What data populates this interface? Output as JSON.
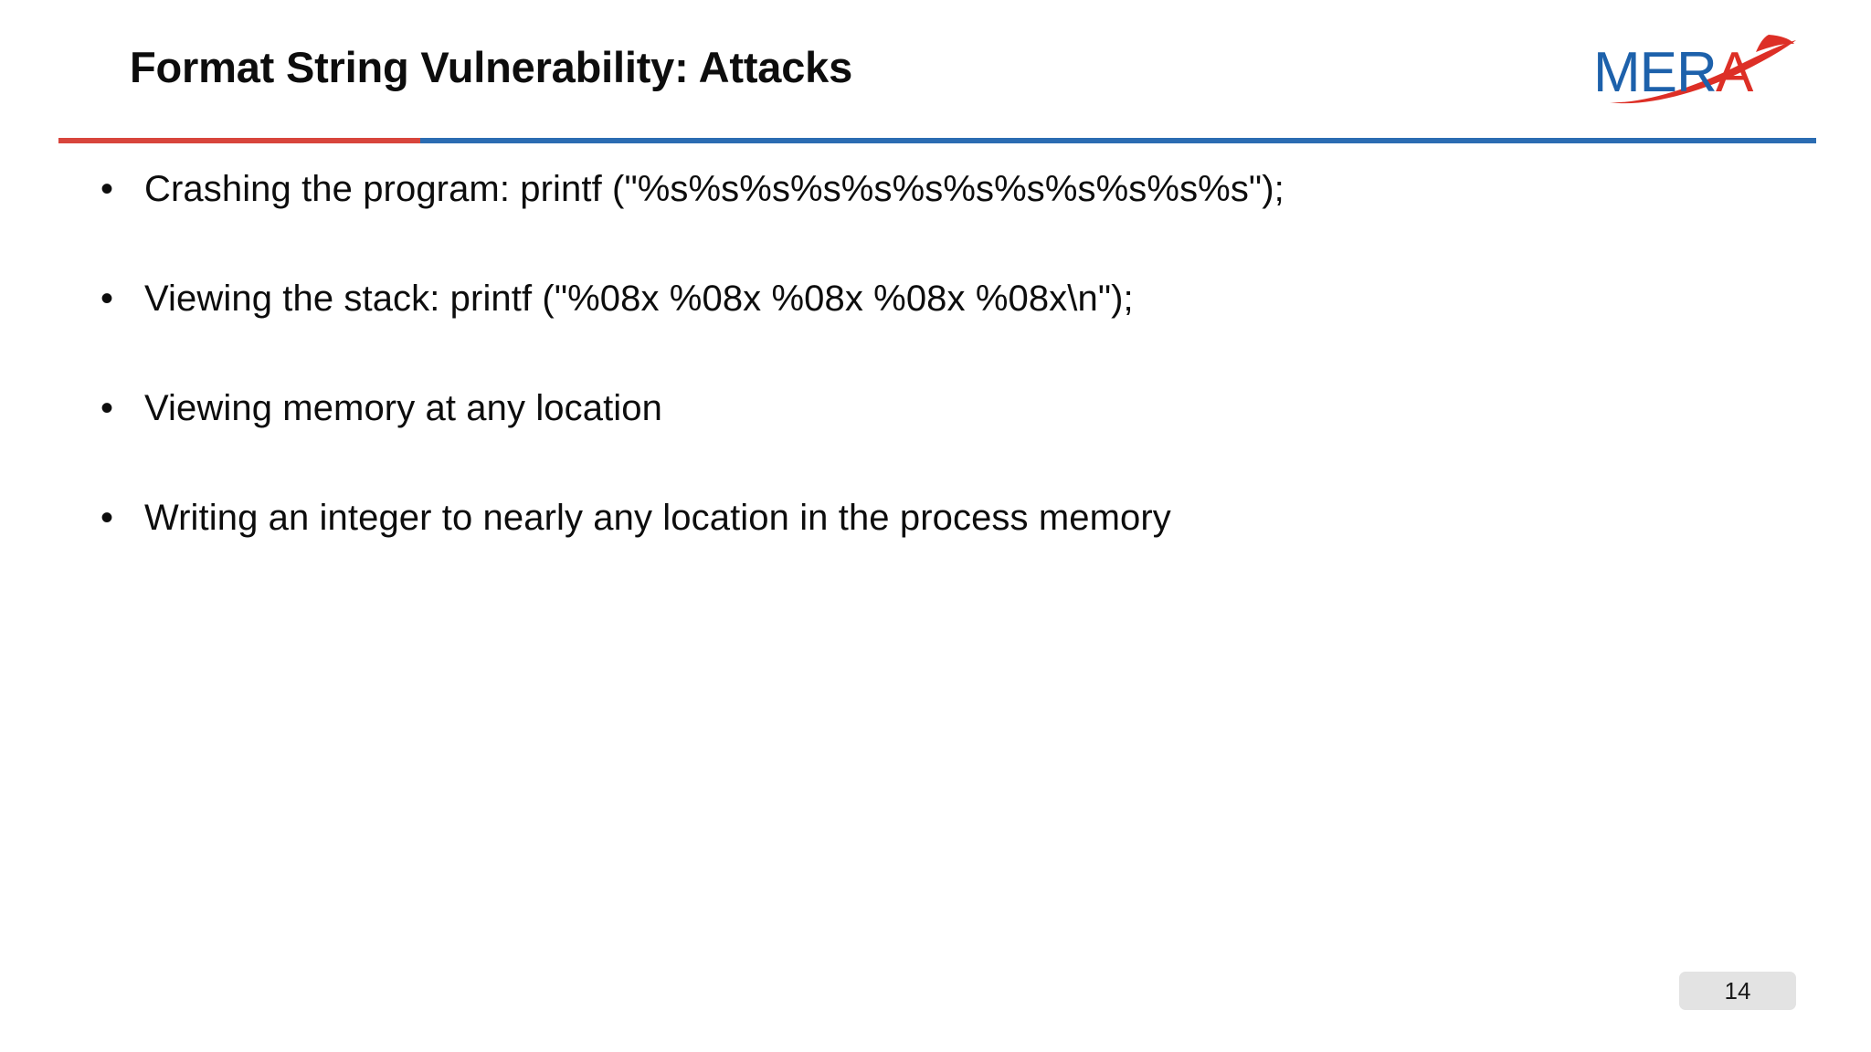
{
  "slide": {
    "title": "Format String Vulnerability: Attacks",
    "background_color": "#ffffff",
    "page_number": "14"
  },
  "logo": {
    "name": "mera-logo",
    "text_blue": "MER",
    "text_red": "A",
    "blue_color": "#1d61ab",
    "red_color": "#dd2f26",
    "swoosh_name": "red-swoosh"
  },
  "divider": {
    "red_color": "#d8453c",
    "blue_color": "#2b6cb2"
  },
  "body": {
    "bullet_marker": "•",
    "bullets": [
      {
        "text": "Crashing the program: printf (\"%s%s%s%s%s%s%s%s%s%s%s%s\");"
      },
      {
        "text": "Viewing the stack: printf (\"%08x %08x %08x %08x %08x\\n\");"
      },
      {
        "text": "Viewing memory at any location"
      },
      {
        "text": "Writing an integer to nearly any location in the process memory"
      }
    ]
  }
}
